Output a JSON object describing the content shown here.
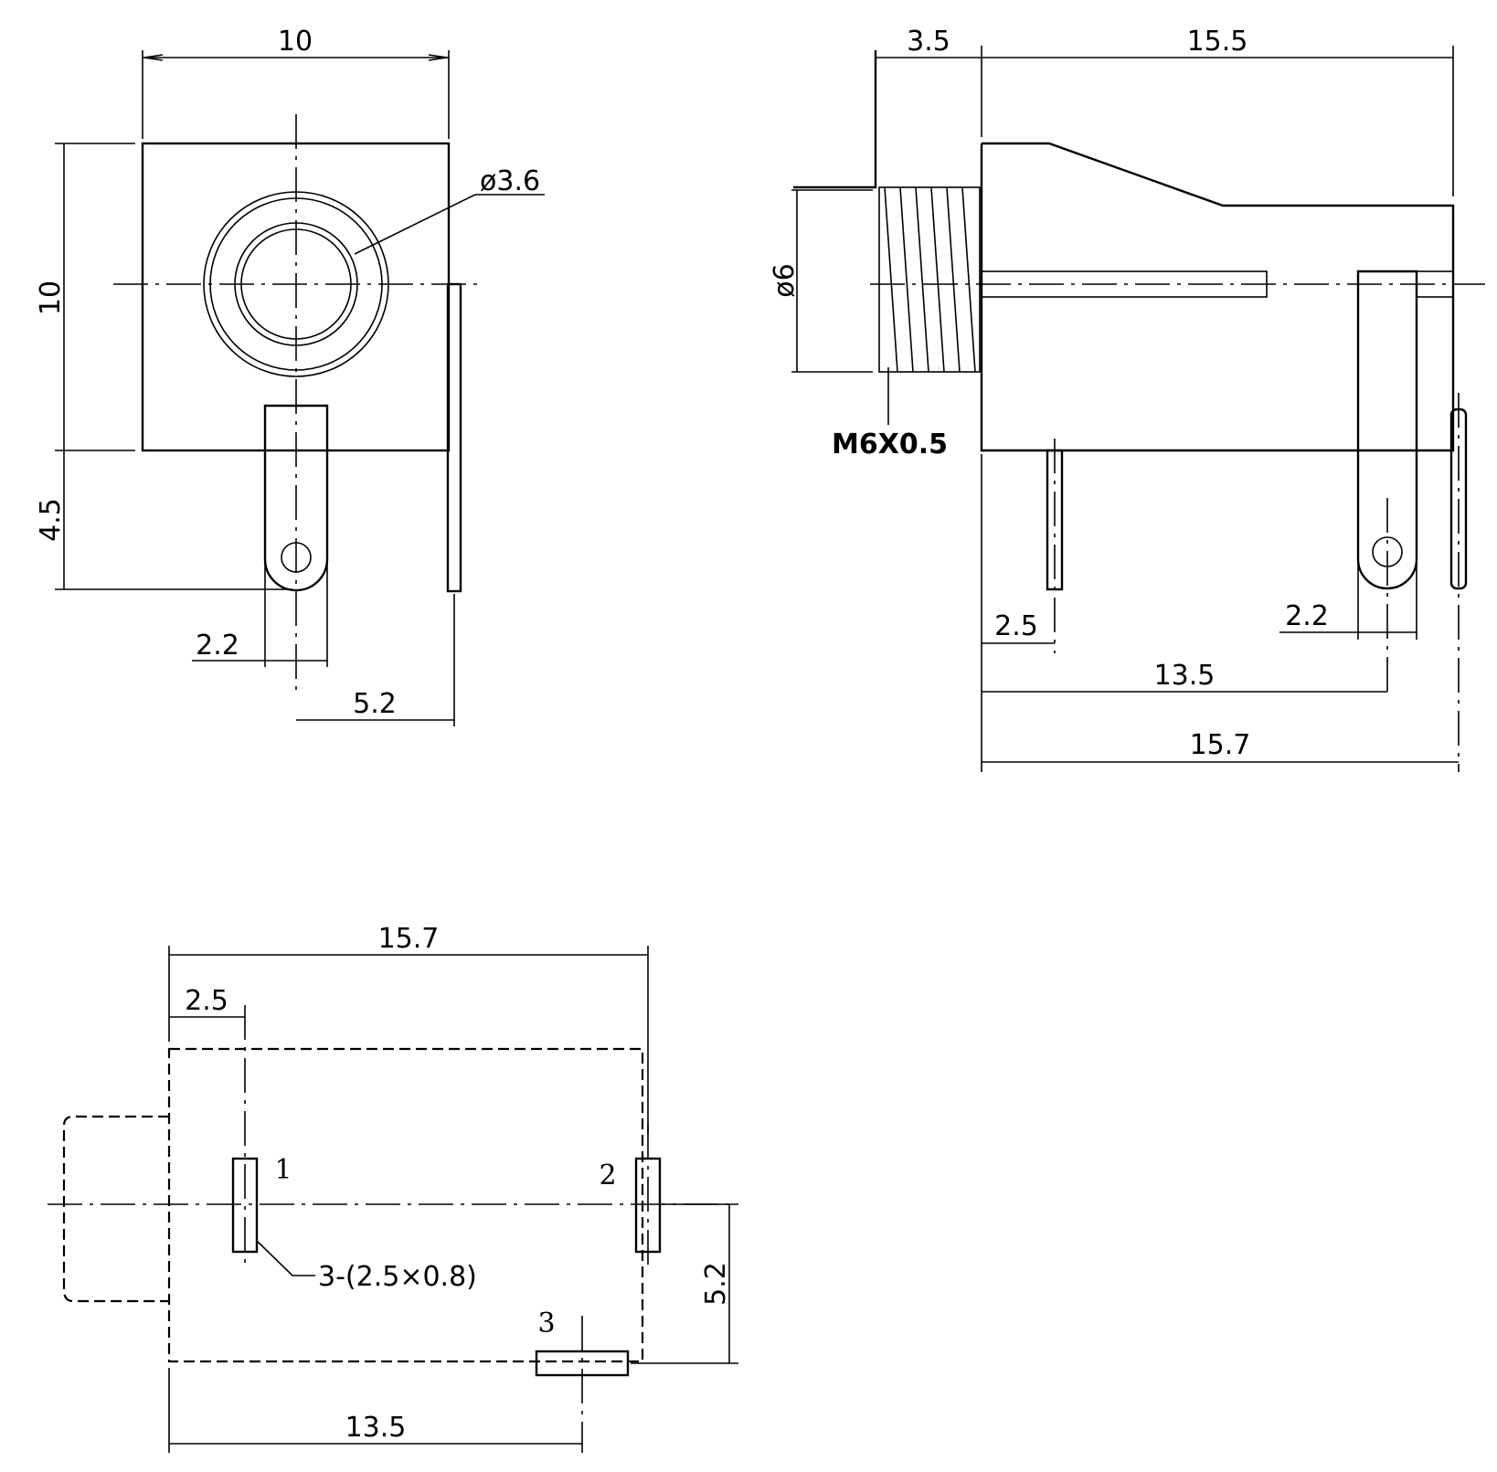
{
  "front_view": {
    "width_dim": "10",
    "height_dim": "10",
    "lower_dim": "4.5",
    "hole_dia": "ø3.6",
    "pin_width_dim": "2.2",
    "pin_spacing_dim": "5.2"
  },
  "side_view": {
    "thread_length_dim": "3.5",
    "body_length_dim": "15.5",
    "thread_dia_dim": "ø6",
    "thread_spec": "M6X0.5",
    "pin1_offset_dim": "2.5",
    "pin_width_dim": "2.2",
    "pin_span_dim": "13.5",
    "overall_length_dim": "15.7"
  },
  "bottom_view": {
    "overall_length_dim": "15.7",
    "pin1_offset_dim": "2.5",
    "pin1_label": "1",
    "pin2_label": "2",
    "pin3_label": "3",
    "pad_note": "3-(2.5×0.8)",
    "pin_offset_dim": "5.2",
    "pin_span_dim": "13.5"
  }
}
